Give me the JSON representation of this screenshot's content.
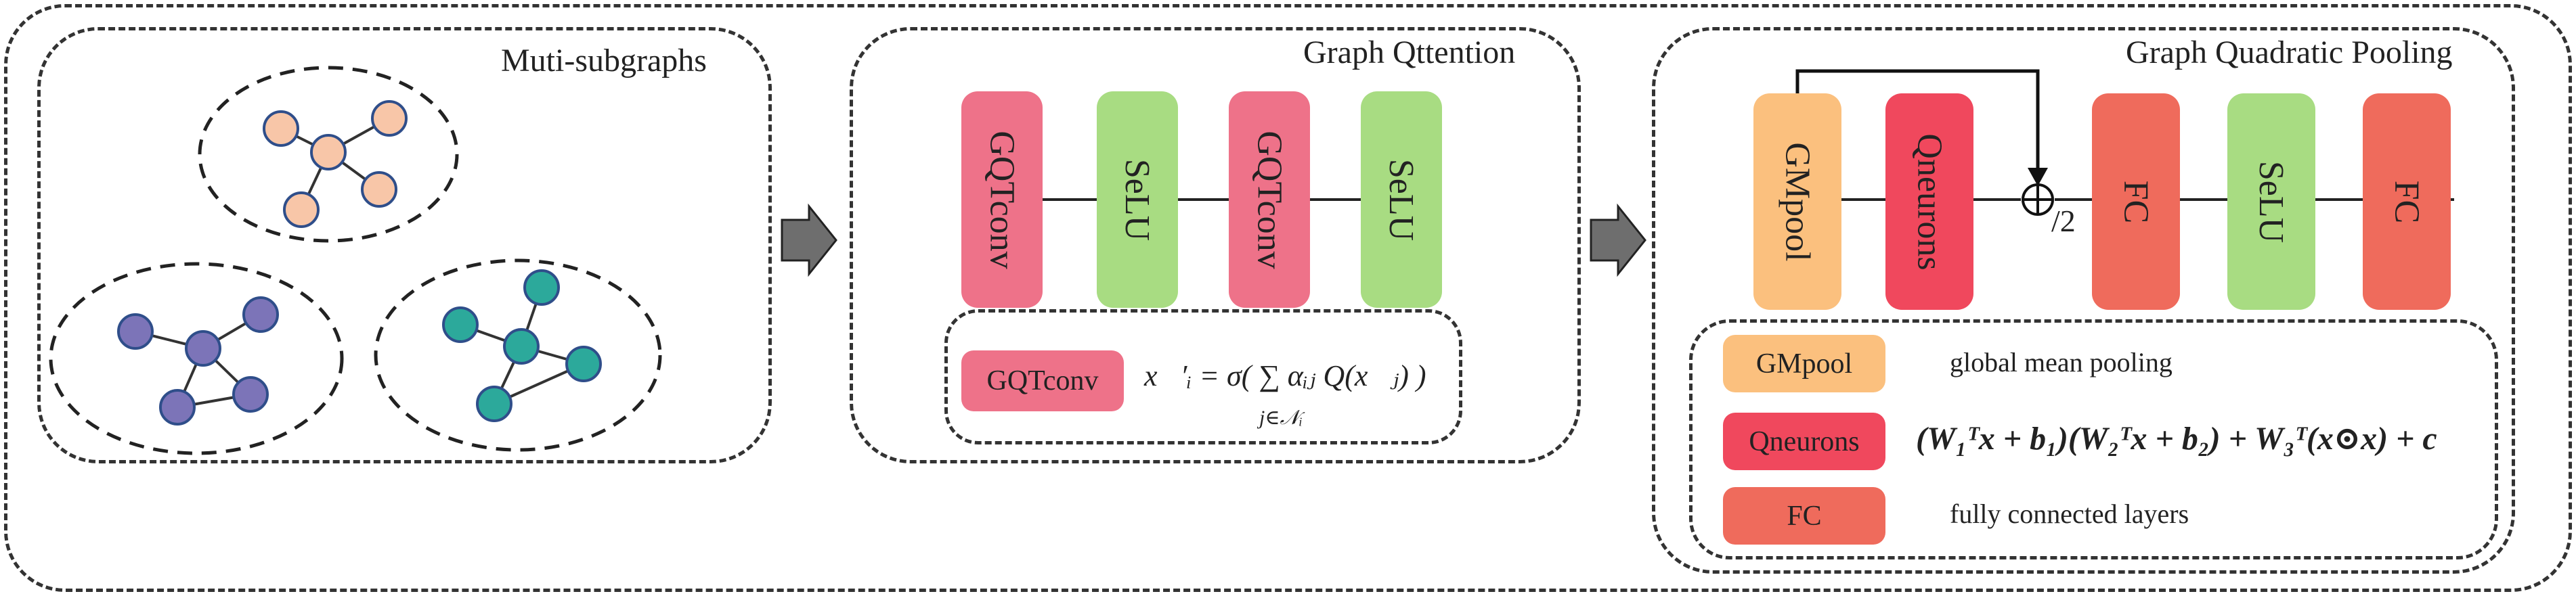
{
  "panels": {
    "subgraphs": {
      "title": "Muti-subgraphs"
    },
    "attention": {
      "title": "Graph Qttention"
    },
    "pooling": {
      "title": "Graph Quadratic Pooling"
    }
  },
  "attention_blocks": [
    "GQTconv",
    "SeLU",
    "GQTconv",
    "SeLU"
  ],
  "pooling_blocks": [
    "GMpool",
    "Qneurons",
    "FC",
    "SeLU",
    "FC"
  ],
  "combine_symbol": "⊕",
  "combine_divisor": "/2",
  "gqtconv_eq": {
    "label": "GQTconv",
    "formula": "x⃗′ᵢ = σ( ∑ αᵢⱼ Q(x⃗ⱼ) )",
    "subscript": "j∈𝒩ᵢ"
  },
  "legend": [
    {
      "label": "GMpool",
      "text": "global mean pooling"
    },
    {
      "label": "Qneurons",
      "text": "(W₁ᵀx + b₁)(W₂ᵀx + b₂) + W₃ᵀ(x⊙x) + c"
    },
    {
      "label": "FC",
      "text": "fully connected layers"
    }
  ],
  "colors": {
    "gqtconv": "#ee7289",
    "selu": "#a8dc82",
    "gmpool": "#fbc07e",
    "qneurons": "#f0485d",
    "fc": "#ef6b5c",
    "node_orange": "#f8c6a8",
    "node_purple": "#7c74b8",
    "node_teal": "#2ca99b",
    "arrow": "#6e6e6e"
  }
}
